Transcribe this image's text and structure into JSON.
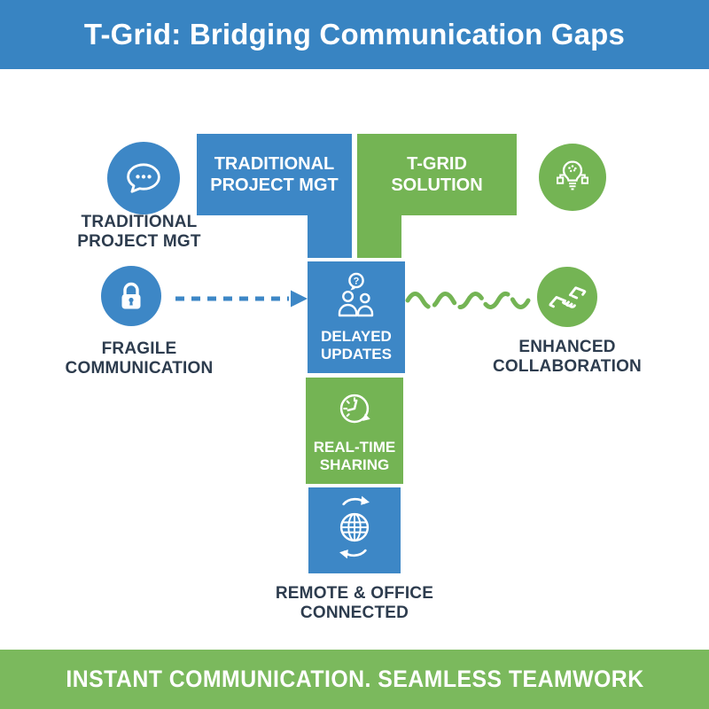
{
  "colors": {
    "header_blue": "#3884c2",
    "block_blue": "#3d87c6",
    "block_green": "#74b454",
    "footer_green": "#7bb95d",
    "dark_text": "#2d3c4e",
    "icon_white": "#ffffff"
  },
  "header": {
    "title": "T-Grid: Bridging Communication Gaps"
  },
  "t_chart": {
    "left_column_header": {
      "line1": "TRADITIONAL",
      "line2": "PROJECT MGT"
    },
    "right_column_header": {
      "line1": "T-GRID",
      "line2": "SOLUTION"
    },
    "delayed": {
      "icon": "people-question-icon",
      "line1": "DELAYED",
      "line2": "UPDATES"
    },
    "realtime": {
      "icon": "realtime-clock-icon",
      "line1": "REAL-TIME",
      "line2": "SHARING"
    },
    "globe": {
      "icon": "globe-sync-icon"
    },
    "stem_caption": {
      "line1": "REMOTE & OFFICE",
      "line2": "CONNECTED"
    }
  },
  "left_items": [
    {
      "icon": "chat-bubble-icon",
      "line1": "TRADITIONAL",
      "line2": "PROJECT MGT"
    },
    {
      "icon": "lock-icon",
      "line1": "FRAGILE",
      "line2": "COMMUNICATION"
    }
  ],
  "right_items": [
    {
      "icon": "idea-network-icon"
    },
    {
      "icon": "handshake-icon",
      "line1": "ENHANCED",
      "line2": "COLLABORATION"
    }
  ],
  "footer": {
    "text": "INSTANT COMMUNICATION. SEAMLESS TEAMWORK"
  }
}
